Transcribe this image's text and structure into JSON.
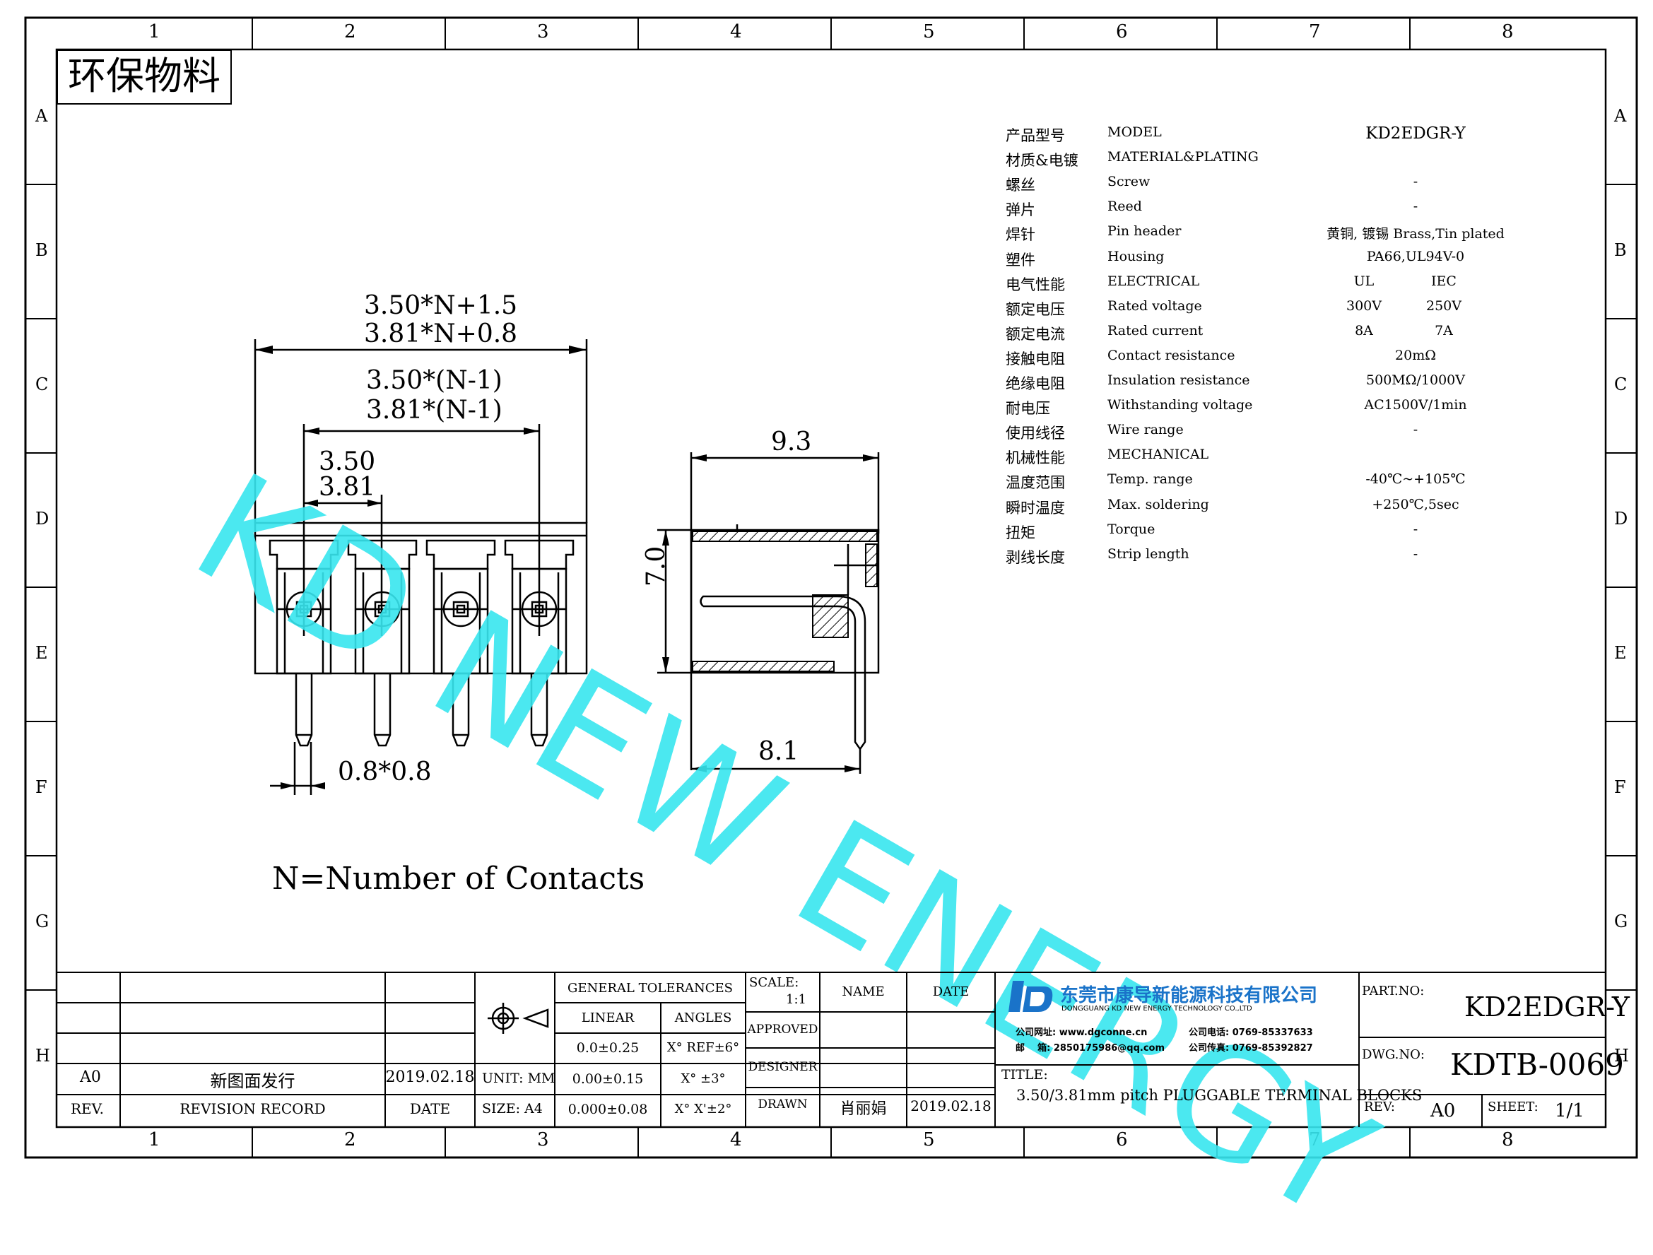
{
  "frame": {
    "columns": [
      "1",
      "2",
      "3",
      "4",
      "5",
      "6",
      "7",
      "8"
    ],
    "rows": [
      "A",
      "B",
      "C",
      "D",
      "E",
      "F",
      "G",
      "H"
    ]
  },
  "stamp": "环保物料",
  "watermark": "KD NEW ENERGY",
  "drawing": {
    "front": {
      "overall_1": "3.50*N+1.5",
      "overall_2": "3.81*N+0.8",
      "span_1": "3.50*(N-1)",
      "span_2": "3.81*(N-1)",
      "pitch_1": "3.50",
      "pitch_2": "3.81",
      "pin": "0.8*0.8",
      "contacts": 4
    },
    "side": {
      "width": "9.3",
      "height": "7.0",
      "pin_offset": "8.1"
    },
    "note": "N=Number of Contacts"
  },
  "specs": [
    {
      "cn": "产品型号",
      "en": "MODEL",
      "val": "KD2EDGR-Y",
      "val2": ""
    },
    {
      "cn": "材质&电镀",
      "en": "MATERIAL&PLATING",
      "val": "",
      "val2": ""
    },
    {
      "cn": "螺丝",
      "en": "Screw",
      "val": "-",
      "val2": ""
    },
    {
      "cn": "弹片",
      "en": "Reed",
      "val": "-",
      "val2": ""
    },
    {
      "cn": "焊针",
      "en": "Pin header",
      "val": "黄铜, 镀锡 Brass,Tin plated",
      "val2": ""
    },
    {
      "cn": "塑件",
      "en": "Housing",
      "val": "PA66,UL94V-0",
      "val2": ""
    },
    {
      "cn": "电气性能",
      "en": "ELECTRICAL",
      "val": "UL",
      "val2": "IEC"
    },
    {
      "cn": "额定电压",
      "en": "Rated voltage",
      "val": "300V",
      "val2": "250V"
    },
    {
      "cn": "额定电流",
      "en": "Rated current",
      "val": "8A",
      "val2": "7A"
    },
    {
      "cn": "接触电阻",
      "en": "Contact resistance",
      "val": "20mΩ",
      "val2": ""
    },
    {
      "cn": "绝缘电阻",
      "en": "Insulation resistance",
      "val": "500MΩ/1000V",
      "val2": ""
    },
    {
      "cn": "耐电压",
      "en": "Withstanding voltage",
      "val": "AC1500V/1min",
      "val2": ""
    },
    {
      "cn": "使用线径",
      "en": "Wire range",
      "val": "-",
      "val2": ""
    },
    {
      "cn": "机械性能",
      "en": "MECHANICAL",
      "val": "",
      "val2": ""
    },
    {
      "cn": "温度范围",
      "en": "Temp. range",
      "val": "-40℃~+105℃",
      "val2": ""
    },
    {
      "cn": "瞬时温度",
      "en": "Max. soldering",
      "val": "+250℃,5sec",
      "val2": ""
    },
    {
      "cn": "扭矩",
      "en": "Torque",
      "val": "-",
      "val2": ""
    },
    {
      "cn": "剥线长度",
      "en": "Strip length",
      "val": "-",
      "val2": ""
    }
  ],
  "title_block": {
    "rev_row": {
      "rev": "A0",
      "record": "新图面发行",
      "date": "2019.02.18"
    },
    "rev_header": {
      "rev": "REV.",
      "record": "REVISION RECORD",
      "date": "DATE"
    },
    "unit": "UNIT: MM",
    "size": "SIZE: A4",
    "general_tolerances": "GENERAL TOLERANCES",
    "linear": "LINEAR",
    "angles": "ANGLES",
    "tol_rows": [
      {
        "linear": "0.0±0.25",
        "angle": "X° REF±6°"
      },
      {
        "linear": "0.00±0.15",
        "angle": "X° ±3°"
      },
      {
        "linear": "0.000±0.08",
        "angle": "X° X'±2°"
      }
    ],
    "scale_label": "SCALE:",
    "scale_value": "1:1",
    "name_header": "NAME",
    "date_header": "DATE",
    "approved": "APPROVED",
    "designer": "DESIGNER",
    "drawn": "DRAWN",
    "drawn_name": "肖丽娟",
    "drawn_date": "2019.02.18",
    "company_cn": "东莞市康导新能源科技有限公司",
    "company_en": "DONGGUANG KD NEW ENERGY TECHNOLOGY CO.,LTD",
    "website": "公司网址: www.dgconne.cn",
    "phone": "公司电话: 0769-85337633",
    "email": "邮    箱: 2850175986@qq.com",
    "fax": "公司传真: 0769-85392827",
    "title_label": "TITLE:",
    "title": "3.50/3.81mm pitch PLUGGABLE TERMINAL BLOCKS",
    "part_label": "PART.NO:",
    "part_no": "KD2EDGR-Y",
    "dwg_label": "DWG.NO:",
    "dwg_no": "KDTB-0069",
    "rev_label": "REV:",
    "rev_value": "A0",
    "sheet_label": "SHEET:",
    "sheet_value": "1/1"
  },
  "colors": {
    "watermark": "#38e6ef",
    "logo": "#1a73c9"
  }
}
